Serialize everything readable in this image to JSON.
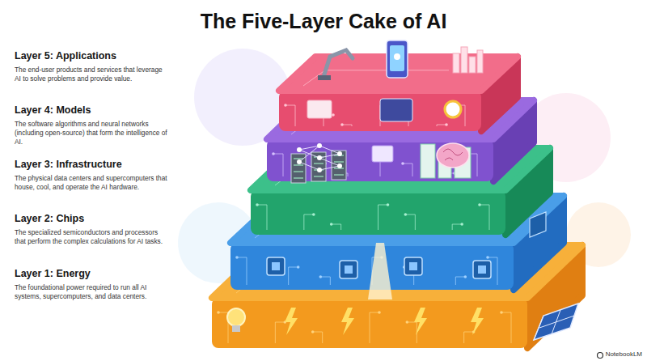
{
  "diagram": {
    "title": "The Five-Layer Cake of AI",
    "nodes": [
      {
        "text": [
          "Layer 5: Applications",
          "The end-user products and services that leverage AI to solve problems and provide value."
        ]
      },
      {
        "text": [
          "Layer 4: Models",
          "The software algorithms and neural networks (including open-source) that form the intelligence of AI."
        ]
      },
      {
        "text": [
          "Layer 3: Infrastructure",
          "The physical data centers and supercomputers that house, cool, and operate the AI hardware."
        ]
      },
      {
        "text": [
          "Layer 2: Chips",
          "The specialized semiconductors and processors that perform the complex calculations for AI tasks."
        ]
      },
      {
        "text": [
          "Layer 1: Energy",
          "The foundational power required to run all AI systems, supercomputers, and data centers."
        ]
      }
    ],
    "labels": [
      "NotebookLM"
    ]
  }
}
